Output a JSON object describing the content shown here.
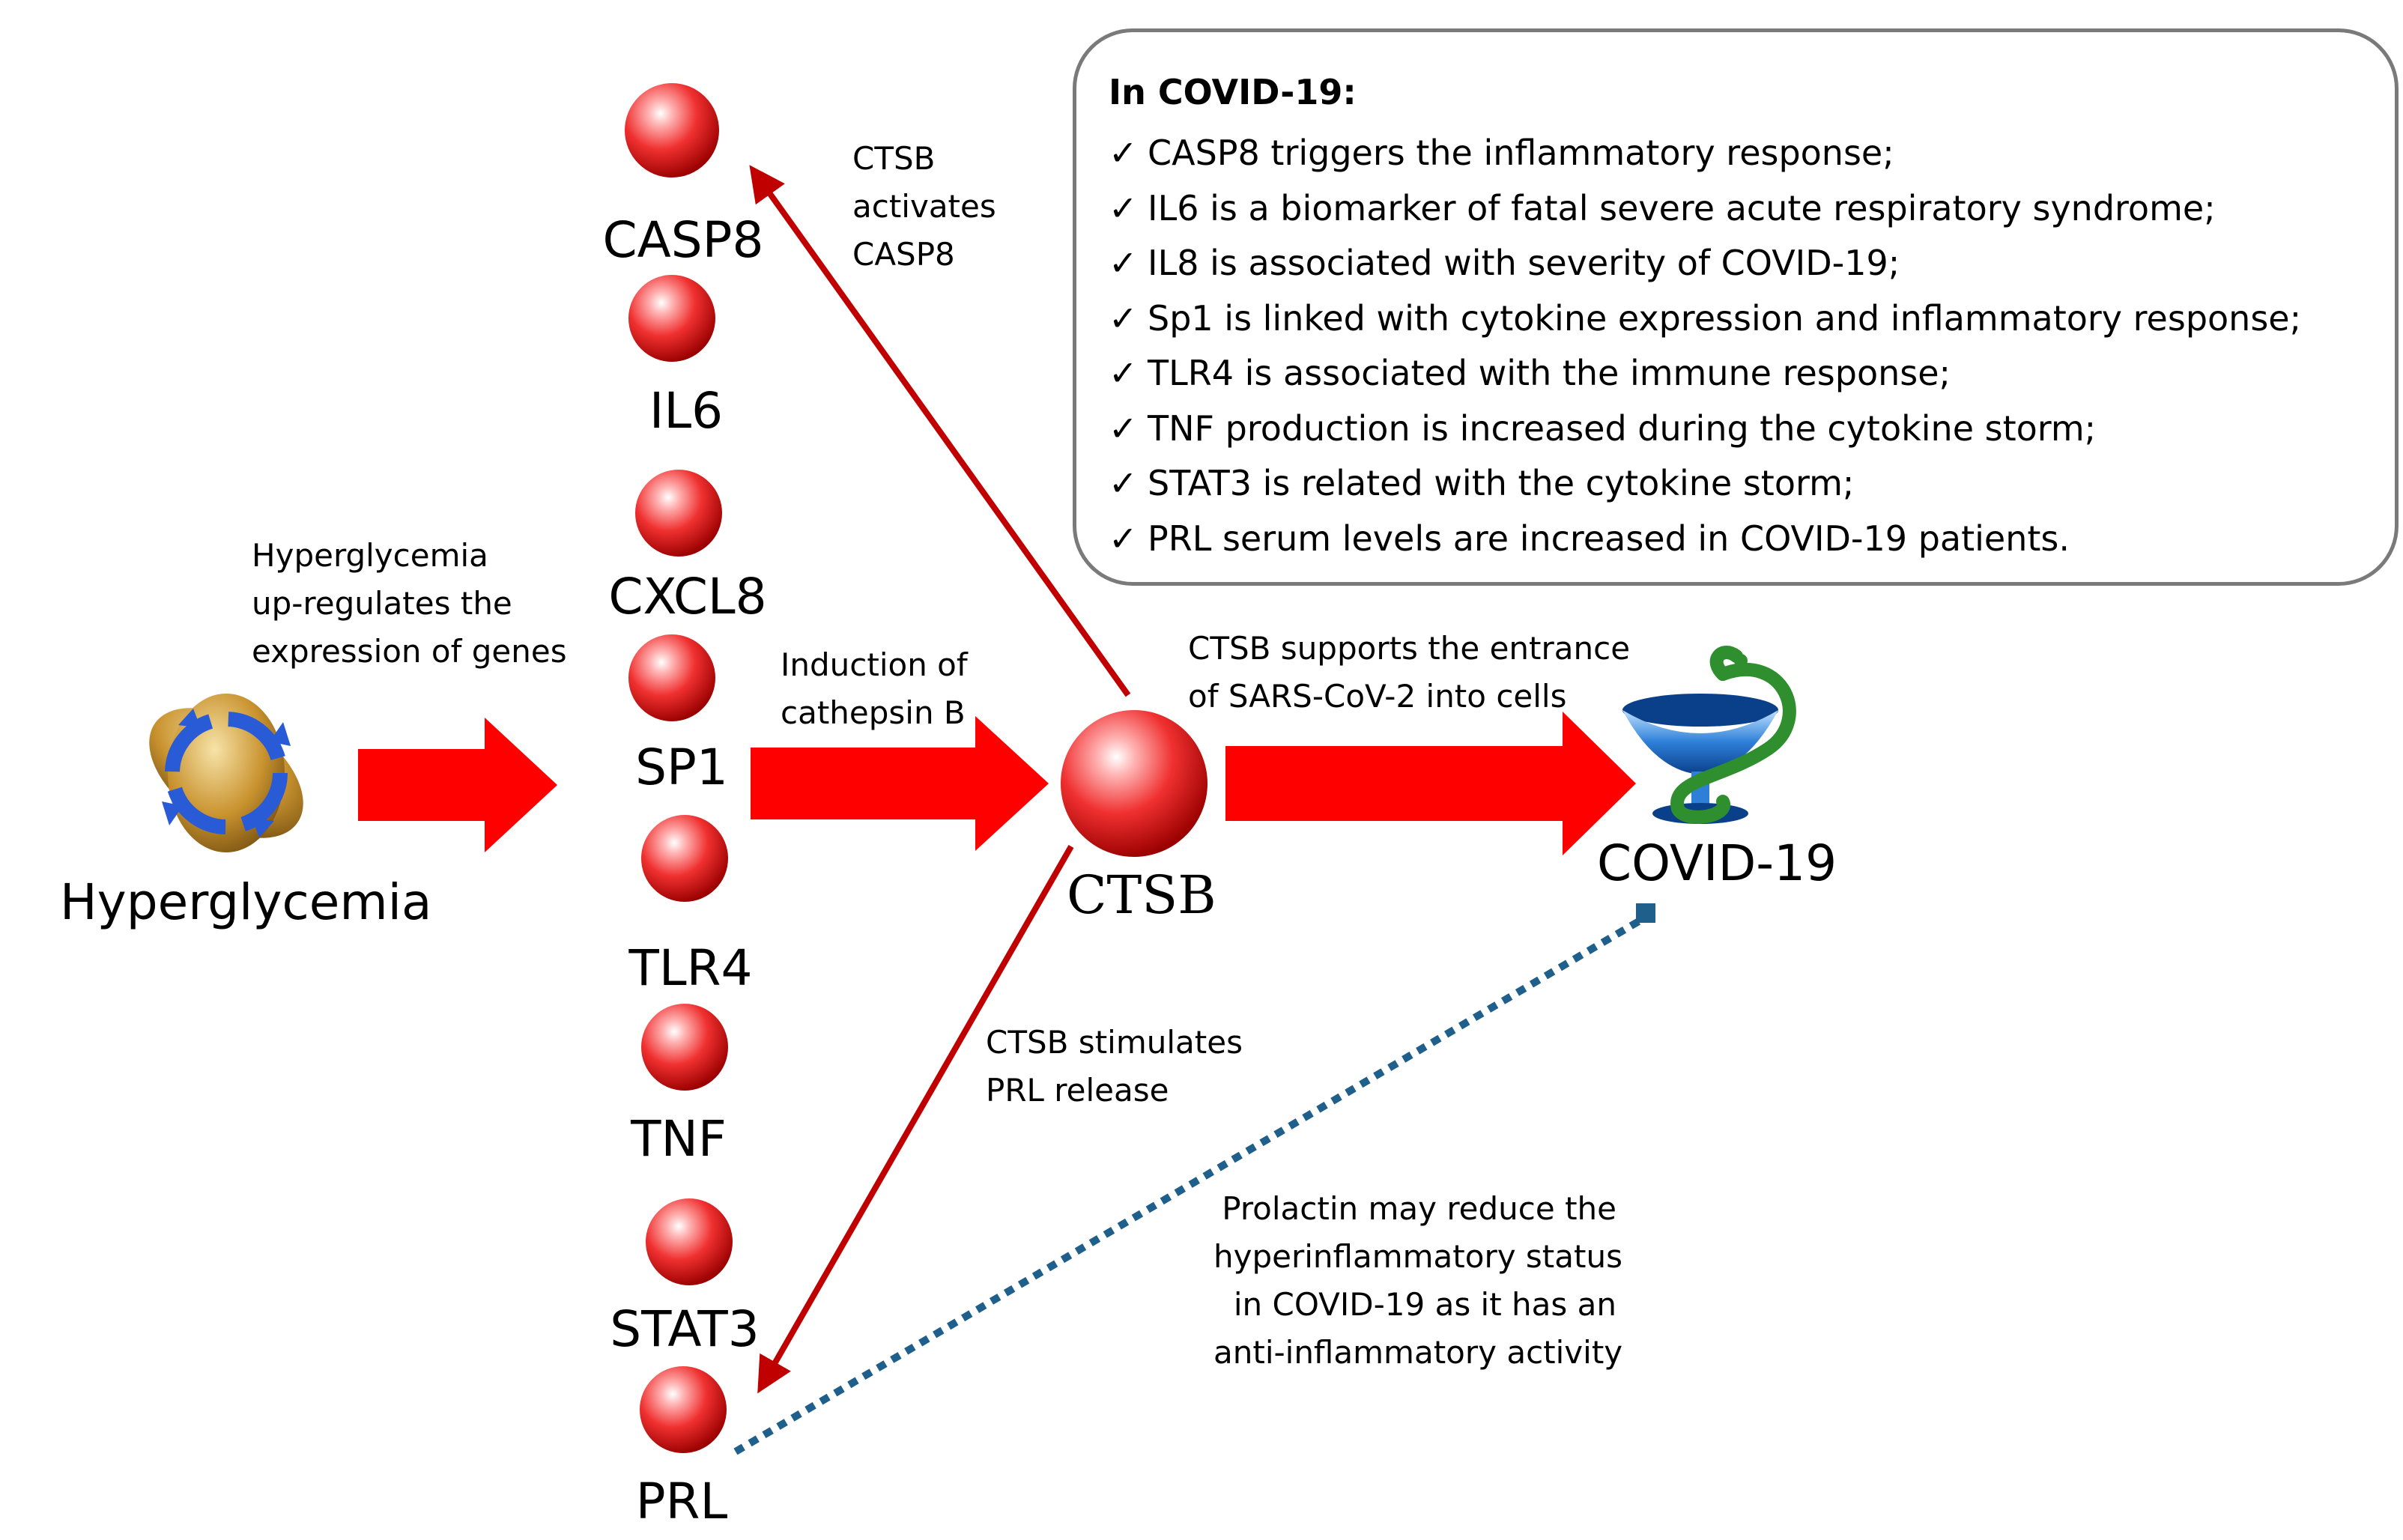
{
  "genes": [
    "CASP8",
    "IL6",
    "CXCL8",
    "SP1",
    "TLR4",
    "TNF",
    "STAT3",
    "PRL"
  ],
  "hyperglycemia": {
    "label": "Hyperglycemia",
    "note_lines": [
      "Hyperglycemia",
      "up-regulates the",
      "expression of genes"
    ]
  },
  "ctsb": {
    "label": "CTSB",
    "induction_lines": [
      "Induction of",
      "cathepsin B"
    ],
    "activates_lines": [
      "CTSB",
      "activates",
      "CASP8"
    ],
    "stimulates_lines": [
      "CTSB stimulates",
      "PRL release"
    ],
    "entrance_lines": [
      "CTSB supports the entrance",
      "of SARS-CoV-2 into cells"
    ]
  },
  "covid": {
    "label": "COVID-19"
  },
  "prolactin_note_lines": [
    "Prolactin may reduce the",
    "hyperinflammatory status",
    "in COVID-19 as it has an",
    "anti-inflammatory activity"
  ],
  "covid_box": {
    "title": "In COVID-19:",
    "check_glyph": "✓",
    "items": [
      "CASP8 triggers the inflammatory response;",
      "IL6 is a biomarker of fatal severe acute respiratory syndrome;",
      "IL8 is associated with severity of COVID-19;",
      "Sp1 is linked with cytokine expression and inflammatory response;",
      "TLR4 is associated with the immune response;",
      "TNF production is increased during the cytokine storm;",
      "STAT3 is related with the cytokine storm;",
      "PRL serum levels are increased in COVID-19 patients."
    ]
  },
  "colors": {
    "arrow_red": "#ff0000",
    "line_darkred": "#c00000",
    "dotted_blue": "#1f5f8b",
    "box_border": "#7a7a7a"
  }
}
